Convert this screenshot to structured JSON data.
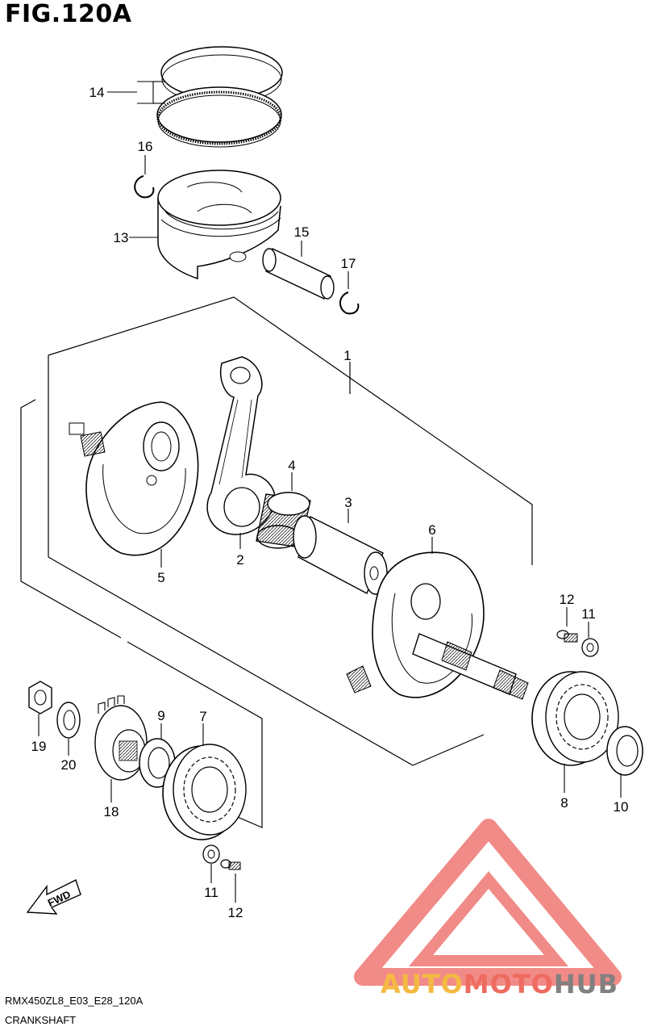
{
  "figure": {
    "title": "FIG.120A",
    "code": "RMX450ZL8_E03_E28_120A",
    "caption": "CRANKSHAFT"
  },
  "callouts": {
    "c1": "1",
    "c2": "2",
    "c3": "3",
    "c4": "4",
    "c5": "5",
    "c6": "6",
    "c7": "7",
    "c8": "8",
    "c9": "9",
    "c10": "10",
    "c11a": "11",
    "c11b": "11",
    "c12a": "12",
    "c12b": "12",
    "c13": "13",
    "c14": "14",
    "c15": "15",
    "c16": "16",
    "c17": "17",
    "c18": "18",
    "c19": "19",
    "c20": "20"
  },
  "fwd_label": "FWD",
  "watermark": {
    "part1": "AUTO",
    "part2": "MOTO",
    "part3": "HUB",
    "colors": {
      "auto": "#f4b942",
      "moto": "#ee6b5f",
      "hub": "#808080",
      "triangle": "#ec5b55"
    }
  }
}
